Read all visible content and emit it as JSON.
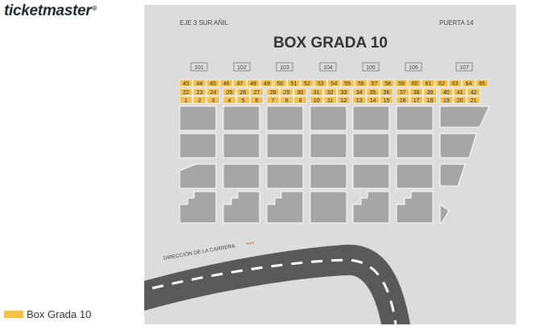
{
  "brand": {
    "name": "ticketmaster",
    "mark": "®"
  },
  "map": {
    "left_label": "EJE 3 SUR AÑIL",
    "right_label": "PUERTA 14",
    "title": "BOX GRADA 10",
    "sections": [
      "101",
      "102",
      "103",
      "104",
      "105",
      "106",
      "107"
    ],
    "direction_label": "DIRECCIÓN DE LA CARRERA",
    "direction_arrows": "»»»",
    "seat_rows": [
      [
        "43",
        "44",
        "45",
        "46",
        "47",
        "48",
        "49",
        "50",
        "51",
        "52",
        "53",
        "54",
        "55",
        "56",
        "57",
        "58",
        "59",
        "60",
        "61",
        "62",
        "63",
        "64",
        "65"
      ],
      [
        "22",
        "23",
        "24",
        "25",
        "26",
        "27",
        "28",
        "29",
        "30",
        "31",
        "32",
        "33",
        "34",
        "35",
        "36",
        "37",
        "38",
        "39",
        "40",
        "41",
        "42"
      ],
      [
        "1",
        "2",
        "3",
        "4",
        "5",
        "6",
        "7",
        "8",
        "9",
        "10",
        "11",
        "12",
        "13",
        "14",
        "15",
        "16",
        "17",
        "18",
        "19",
        "20",
        "21"
      ]
    ]
  },
  "legend": {
    "label": "Box Grada 10",
    "color": "#f2c04b"
  },
  "colors": {
    "background": "#dcdcdc",
    "block": "#a6a6a6",
    "seat": "#f2c04b",
    "road": "#595959"
  }
}
